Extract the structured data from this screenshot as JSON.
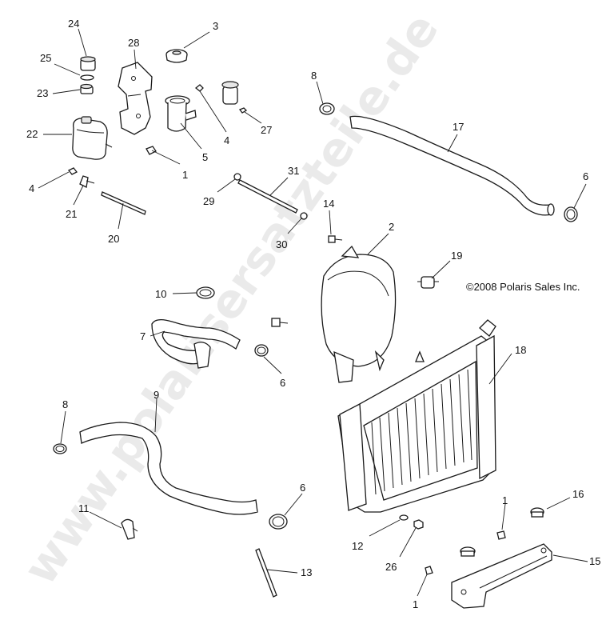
{
  "watermark": "www.polarisersatzteile.de",
  "copyright": "©2008 Polaris Sales Inc.",
  "labels": {
    "l24": "24",
    "l25": "25",
    "l23": "23",
    "l28": "28",
    "l3": "3",
    "l22": "22",
    "l5": "5",
    "l4a": "4",
    "l27": "27",
    "l1a": "1",
    "l4b": "4",
    "l21": "21",
    "l20": "20",
    "l29": "29",
    "l31": "31",
    "l30": "30",
    "l8a": "8",
    "l17": "17",
    "l6a": "6",
    "l14": "14",
    "l2": "2",
    "l19": "19",
    "l10": "10",
    "l7": "7",
    "l6b": "6",
    "l18": "18",
    "l8b": "8",
    "l9": "9",
    "l6c": "6",
    "l11": "11",
    "l16": "16",
    "l1b": "1",
    "l12": "12",
    "l15": "15",
    "l26": "26",
    "l13": "13",
    "l1c": "1"
  }
}
